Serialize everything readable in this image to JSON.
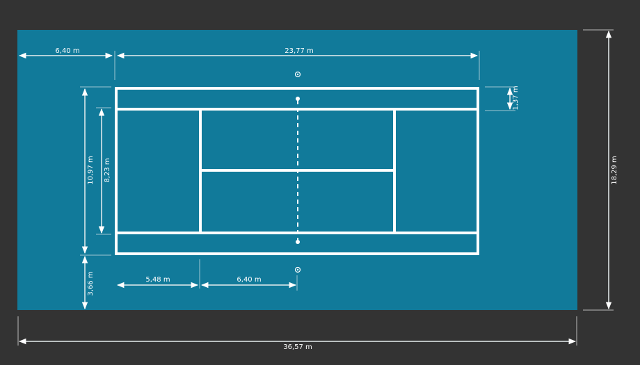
{
  "colors": {
    "background": "#333333",
    "surface": "#117a9a",
    "lines": "#ffffff"
  },
  "dimensions": {
    "runback_side_left": "6,40 m",
    "court_length": "23,77 m",
    "doubles_width": "10,97 m",
    "singles_width": "8,23 m",
    "doubles_alley": "1,37 m",
    "side_runoff": "3,66 m",
    "baseline_to_service": "5,48 m",
    "service_to_net": "6,40 m",
    "total_width": "18,29 m",
    "total_length": "36,57 m"
  }
}
